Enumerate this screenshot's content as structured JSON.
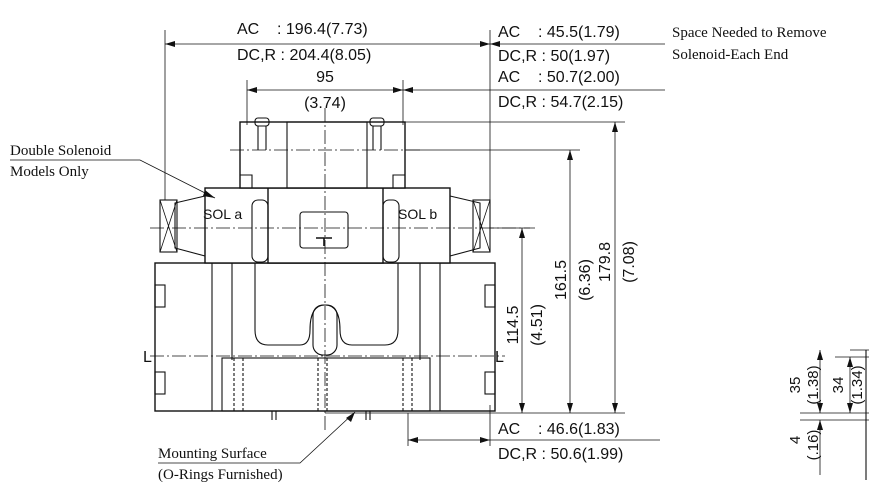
{
  "dimensions": {
    "top_overall_ac": "AC    : 196.4(7.73)",
    "top_overall_dcr": "DC,R : 204.4(8.05)",
    "body_width": "95",
    "body_width_in": "(3.74)",
    "space_ac_1": "AC    : 45.5(1.79)",
    "space_dcr_1": "DC,R : 50(1.97)",
    "space_ac_2": "AC    : 50.7(2.00)",
    "space_dcr_2": "DC,R : 54.7(2.15)",
    "height_1": "114.5",
    "height_1_in": "(4.51)",
    "height_2": "161.5",
    "height_2_in": "(6.36)",
    "height_3": "179.8",
    "height_3_in": "(7.08)",
    "bottom_ac": "AC    : 46.6(1.83)",
    "bottom_dcr": "DC,R : 50.6(1.99)",
    "side_35": "35",
    "side_35_in": "(1.38)",
    "side_34": "34",
    "side_34_in": "(1.34)",
    "side_4": "4",
    "side_4_in": "(.16)"
  },
  "notes": {
    "space_needed_line1": "Space Needed to Remove",
    "space_needed_line2": "Solenoid-Each End",
    "double_solenoid_line1": "Double Solenoid",
    "double_solenoid_line2": "Models Only",
    "mounting_line1": "Mounting Surface",
    "mounting_line2": "(O-Rings Furnished)"
  },
  "labels": {
    "sol_a": "SOL a",
    "sol_b": "SOL b",
    "section_left": "L",
    "section_right": "L"
  }
}
